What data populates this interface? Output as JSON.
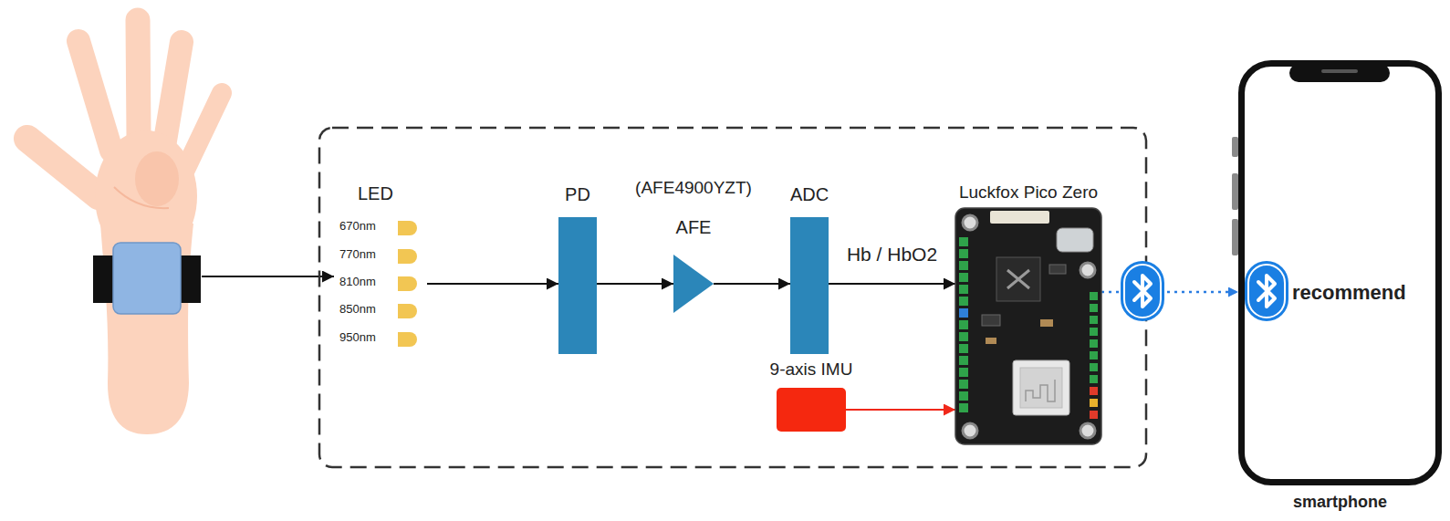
{
  "diagram": {
    "nodes": [
      {
        "text": [
          "LED",
          "670nm",
          "770nm",
          "810nm",
          "850nm",
          "950nm"
        ]
      },
      {
        "text": [
          "PD"
        ]
      },
      {
        "text": [
          "(AFE4900YZT)",
          "AFE"
        ]
      },
      {
        "text": [
          "ADC"
        ]
      },
      {
        "text": [
          "Luckfox Pico Zero"
        ]
      },
      {
        "text": [
          "9-axis IMU"
        ]
      },
      {
        "text": [
          "recommend",
          "smartphone"
        ]
      }
    ],
    "edges": [
      {
        "from": 0,
        "to": 1,
        "arrow": "to"
      },
      {
        "from": 1,
        "to": 2,
        "arrow": "to"
      },
      {
        "from": 2,
        "to": 3,
        "arrow": "to"
      },
      {
        "from": 3,
        "to": 4,
        "label": "Hb / HbO2",
        "arrow": "to"
      },
      {
        "from": 5,
        "to": 4,
        "arrow": "to"
      },
      {
        "from": 4,
        "to": 6,
        "arrow": "to"
      }
    ]
  }
}
